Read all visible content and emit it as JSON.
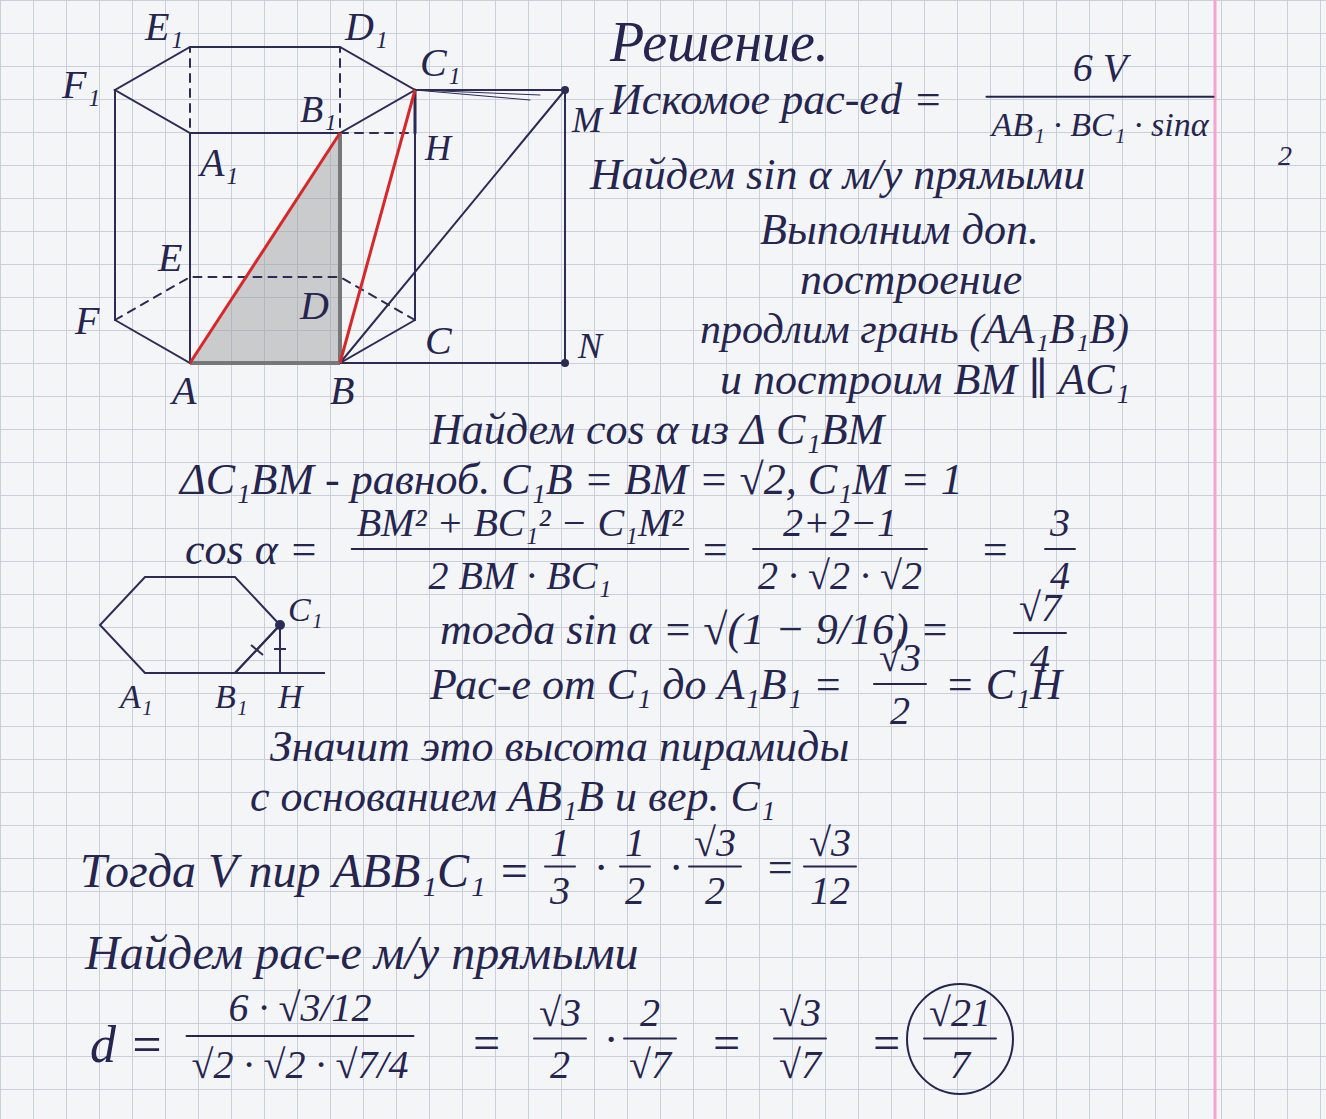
{
  "diagram": {
    "title": "Решение.",
    "labels": [
      "E₁",
      "D₁",
      "C₁",
      "F₁",
      "Искомое рас-е",
      "d =",
      "6 V",
      "AB₁ · BC₁ · sinα",
      "2",
      "M",
      "A₁",
      "B₁",
      "H",
      "Найдем sin α м/у прямыми",
      "Выполним доп.",
      "E",
      "построение",
      "D",
      "F",
      "C",
      "продлим грань (AA₁B₁B)",
      "N",
      "и построим BM ∥ AC₁",
      "A",
      "B",
      "Найдем cos α из Δ C₁BM",
      "ΔC₁BM - равноб. C₁B = BM = √2, C₁M = 1",
      "cos α =",
      "BM² + BC₁² − C₁M²",
      "2 BM · BC₁",
      "=",
      "2+2−1",
      "2 · √2 · √2",
      "=",
      "3",
      "4",
      "C₁",
      "тогда sin α = √(1 − 9/16) =",
      "√7",
      "4",
      "A₁",
      "B₁",
      "H",
      "Рас-е от C₁ до A₁B₁ =",
      "√3",
      "2",
      "= C₁H",
      "Значит это высота пирамиды",
      "с основанием AB₁B и вер. C₁",
      "Тогда V пир ABB₁C₁ =",
      "1",
      "3",
      "·",
      "1",
      "2",
      "·",
      "√3",
      "2",
      "=",
      "√3",
      "12",
      "Найдем рас-е м/у прямыми",
      "d =",
      "6 · √3/12",
      "√2 · √2 · √7/4",
      "=",
      "√3",
      "2",
      "·",
      "2",
      "√7",
      "=",
      "√3",
      "√7",
      "=",
      "√21",
      "7"
    ]
  }
}
